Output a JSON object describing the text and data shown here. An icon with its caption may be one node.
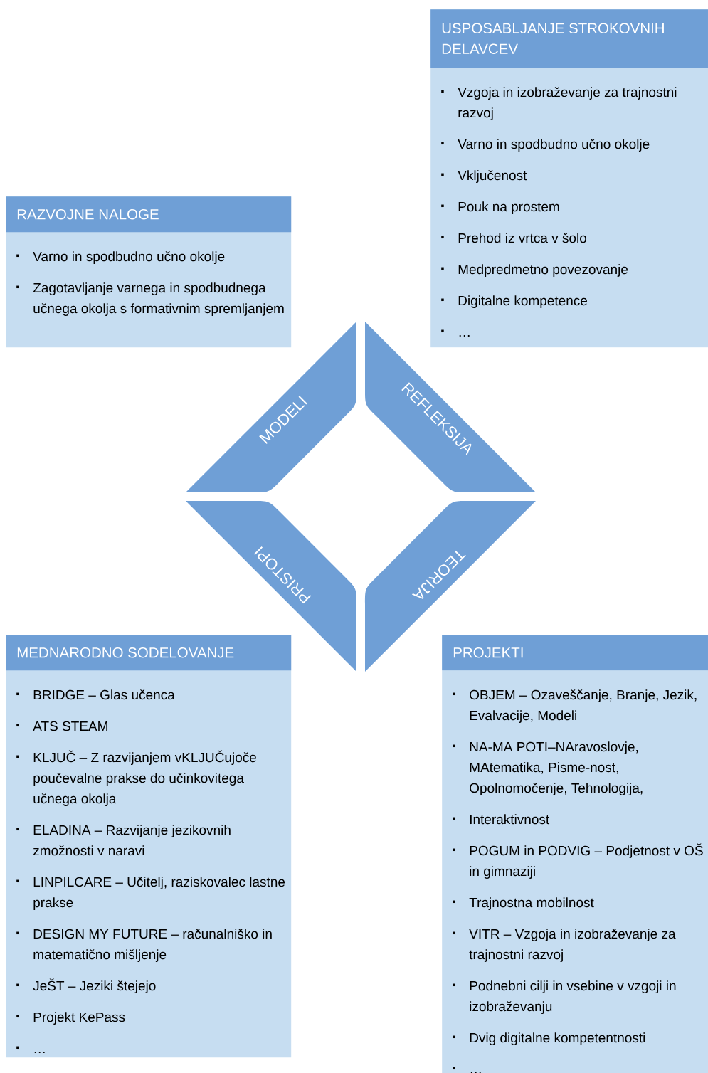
{
  "diagram": {
    "nodes": [
      {
        "text": [
          "USPOSABLJANJE STROKOVNIH DELAVCEV",
          "Vzgoja in izobraževanje za trajnostni razvoj",
          "Varno in spodbudno učno okolje",
          "Vključenost",
          "Pouk na prostem",
          "Prehod iz vrtca v šolo",
          "Medpredmetno povezovanje",
          "Digitalne kompetence",
          "…"
        ]
      },
      {
        "text": [
          "RAZVOJNE NALOGE",
          "Varno in spodbudno učno okolje",
          "Zagotavljanje varnega in spodbudnega učnega okolja s formativnim spremljanjem"
        ]
      },
      {
        "text": [
          "MODELI"
        ]
      },
      {
        "text": [
          "REFLEKSIJA"
        ]
      },
      {
        "text": [
          "PRISTOPI"
        ]
      },
      {
        "text": [
          "TEORIJA"
        ]
      },
      {
        "text": [
          "MEDNARODNO SODELOVANJE",
          "BRIDGE – Glas učenca",
          "ATS STEAM",
          "KLJUČ – Z razvijanjem vKLJUČujoče poučevalne prakse do učinkovitega učnega okolja",
          "ELADINA – Razvijanje jezikovnih zmožnosti v naravi",
          "LINPILCARE – Učitelj, raziskovalec lastne prakse",
          "DESIGN MY FUTURE – računalniško in matematično mišljenje",
          "JeŠT – Jeziki štejejo",
          "Projekt KePass",
          "…"
        ]
      },
      {
        "text": [
          "PROJEKTI",
          "OBJEM – Ozaveščanje, Branje, Jezik, Evalvacije, Modeli",
          "NA-MA POTI–NAravoslovje, MAtematika, Pisme-nost, Opolnomočenje, Tehnologija,",
          "Interaktivnost",
          "POGUM in PODVIG – Podjetnost v OŠ in gimnaziji",
          "Trajnostna mobilnost",
          "VITR – Vzgoja in izobraževanje za trajnostni razvoj",
          "Podnebni cilji in vsebine v vzgoji in izobraževanju",
          "Dvig digitalne kompetentnosti",
          "…"
        ]
      }
    ]
  }
}
